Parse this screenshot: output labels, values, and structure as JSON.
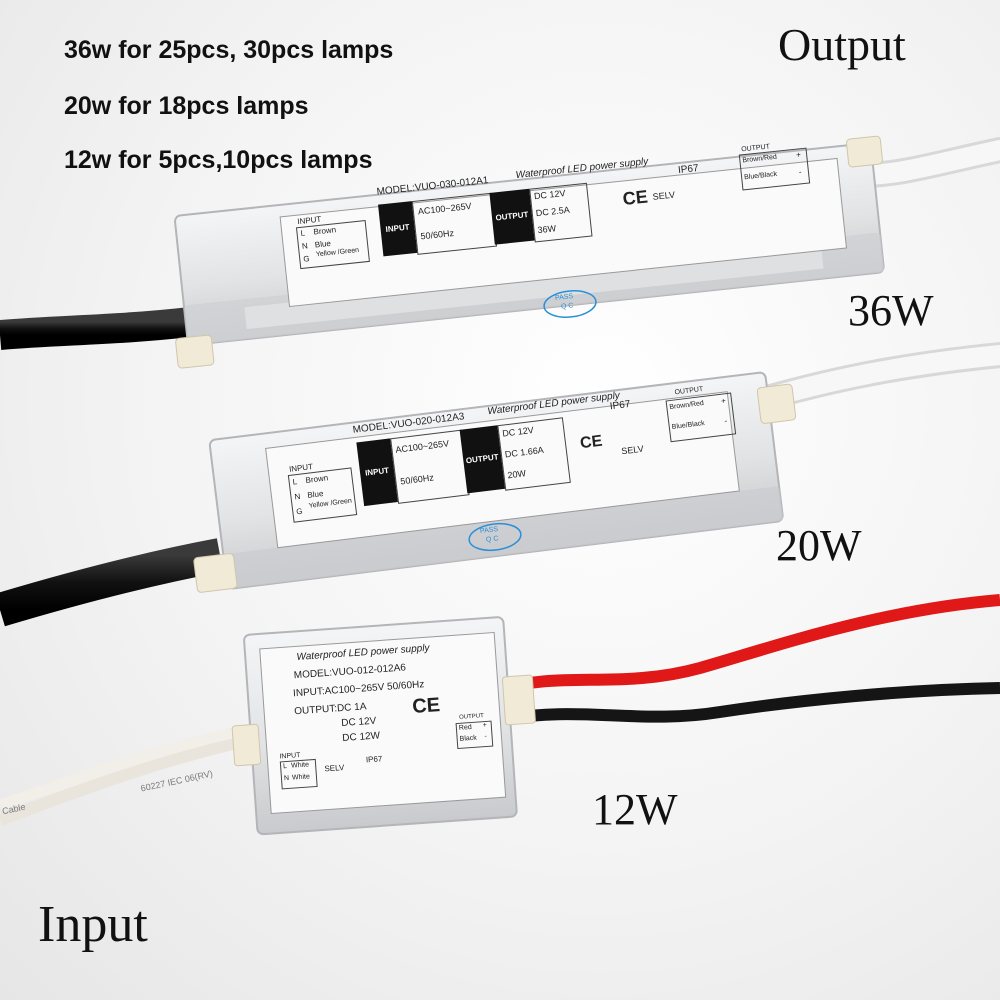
{
  "headlines": [
    "36w for 25pcs, 30pcs lamps",
    "20w for 18pcs lamps",
    "12w for 5pcs,10pcs lamps"
  ],
  "captions": {
    "output": "Output",
    "input": "Input",
    "w36": "36W",
    "w20": "20W",
    "w12": "12W"
  },
  "units": {
    "u36": {
      "model": "MODEL:VUO-030-012A1",
      "title": "Waterproof LED power supply",
      "input_hdr": "INPUT",
      "input_tag": "INPUT",
      "ac": "AC100~265V",
      "hz": "50/60Hz",
      "output_tag": "OUTPUT",
      "dc_v": "DC 12V",
      "dc_a": "DC 2.5A",
      "watt": "36W",
      "wire_l": "L",
      "wire_l_c": "Brown",
      "wire_n": "N",
      "wire_n_c": "Blue",
      "wire_g": "G",
      "wire_g_c": "Yellow /Green",
      "ip": "IP67",
      "ce": "CE",
      "selv": "SELV",
      "out_hdr": "OUTPUT",
      "out_1": "Brown/Red",
      "out_2": "Blue/Black",
      "plus": "+",
      "minus": "-",
      "pass": "PASS",
      "qc": "Q C"
    },
    "u20": {
      "model": "MODEL:VUO-020-012A3",
      "title": "Waterproof LED power supply",
      "input_hdr": "INPUT",
      "input_tag": "INPUT",
      "ac": "AC100~265V",
      "hz": "50/60Hz",
      "output_tag": "OUTPUT",
      "dc_v": "DC 12V",
      "dc_a": "DC 1.66A",
      "watt": "20W",
      "wire_l": "L",
      "wire_l_c": "Brown",
      "wire_n": "N",
      "wire_n_c": "Blue",
      "wire_g": "G",
      "wire_g_c": "Yellow /Green",
      "ip": "IP67",
      "ce": "CE",
      "selv": "SELV",
      "out_hdr": "OUTPUT",
      "out_1": "Brown/Red",
      "out_2": "Blue/Black",
      "plus": "+",
      "minus": "-",
      "pass": "PASS",
      "qc": "Q C"
    },
    "u12": {
      "title": "Waterproof LED power supply",
      "model": "MODEL:VUO-012-012A6",
      "input_line": "INPUT:AC100~265V  50/60Hz",
      "output_line": "OUTPUT:DC 1A",
      "dc_v": "DC 12V",
      "dc_w": "DC 12W",
      "ce": "CE",
      "input_hdr": "INPUT",
      "wire_l": "L",
      "wire_l_c": "White",
      "wire_n": "N",
      "wire_n_c": "White",
      "selv": "SELV",
      "ip": "IP67",
      "out_hdr": "OUTPUT",
      "out_1": "Red",
      "out_2": "Black",
      "plus": "+",
      "minus": "-"
    }
  },
  "cable_print": "60227 IEC 06(RV)",
  "cable_print_2": "Cable",
  "colors": {
    "housing": "#e4e5e7",
    "black_cable": "#151515",
    "red_wire": "#e01818",
    "white_cable": "#f4f4f4",
    "label_bg": "#fafafa",
    "pass_qc": "#2b8fd6"
  }
}
